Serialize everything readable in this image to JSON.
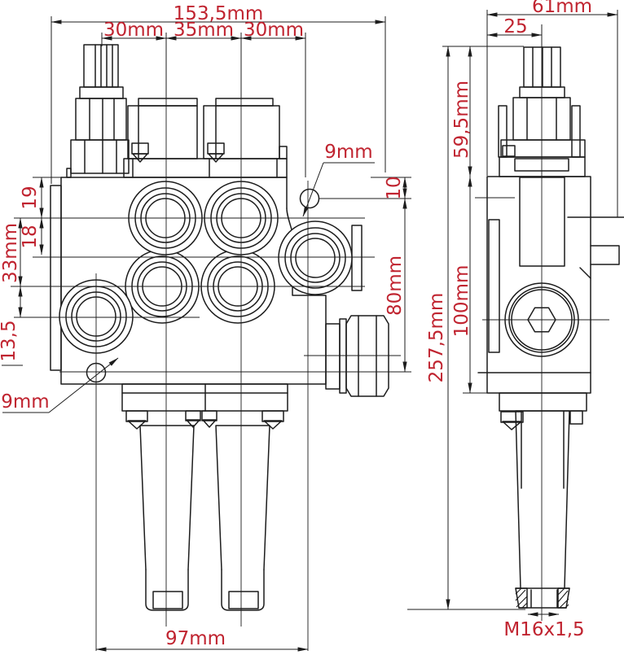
{
  "drawing": {
    "labels": {
      "overall_width": "153,5mm",
      "pitch_left": "30mm",
      "pitch_mid": "35mm",
      "pitch_right": "30mm",
      "side_width": "61mm",
      "side_offset": "25",
      "cap_height": "59,5mm",
      "offset_19": "19",
      "offset_18": "18",
      "port_spacing_33": "33mm",
      "offset_13_5": "13,5",
      "hole_top": "9mm",
      "hole_bottom": "9mm",
      "hole_from_top": "10",
      "hole_v_spacing": "80mm",
      "body_height": "100mm",
      "overall_height": "257,5mm",
      "hole_h_spacing": "97mm",
      "thread_spec": "M16x1,5"
    },
    "colors": {
      "line": "#1c1c1c",
      "dimension_text": "#c02430",
      "background": "#ffffff"
    }
  }
}
